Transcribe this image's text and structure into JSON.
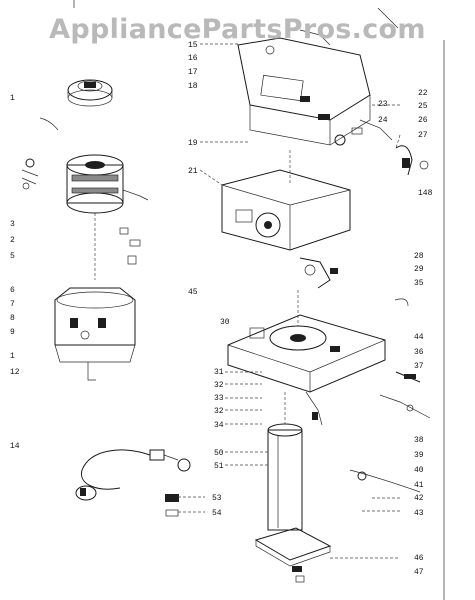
{
  "watermark": "AppliancePartsPros.com",
  "callouts_left": [
    "1",
    "3",
    "2",
    "5",
    "6",
    "7",
    "8",
    "9",
    "1",
    "12",
    "14"
  ],
  "callouts_top_middle": [
    "15",
    "16",
    "17",
    "18",
    "19",
    "21"
  ],
  "callouts_top_right": [
    "22",
    "25",
    "23",
    "24",
    "26",
    "27",
    "148"
  ],
  "callouts_middle_left": [
    "45",
    "30",
    "31",
    "32",
    "33",
    "32",
    "34"
  ],
  "callouts_mid_right": [
    "28",
    "29",
    "35",
    "44",
    "36",
    "37"
  ],
  "callouts_lower_middle": [
    "50",
    "51",
    "53",
    "54"
  ],
  "callouts_lower_right": [
    "38",
    "39",
    "40",
    "41",
    "42",
    "43",
    "46",
    "47"
  ]
}
